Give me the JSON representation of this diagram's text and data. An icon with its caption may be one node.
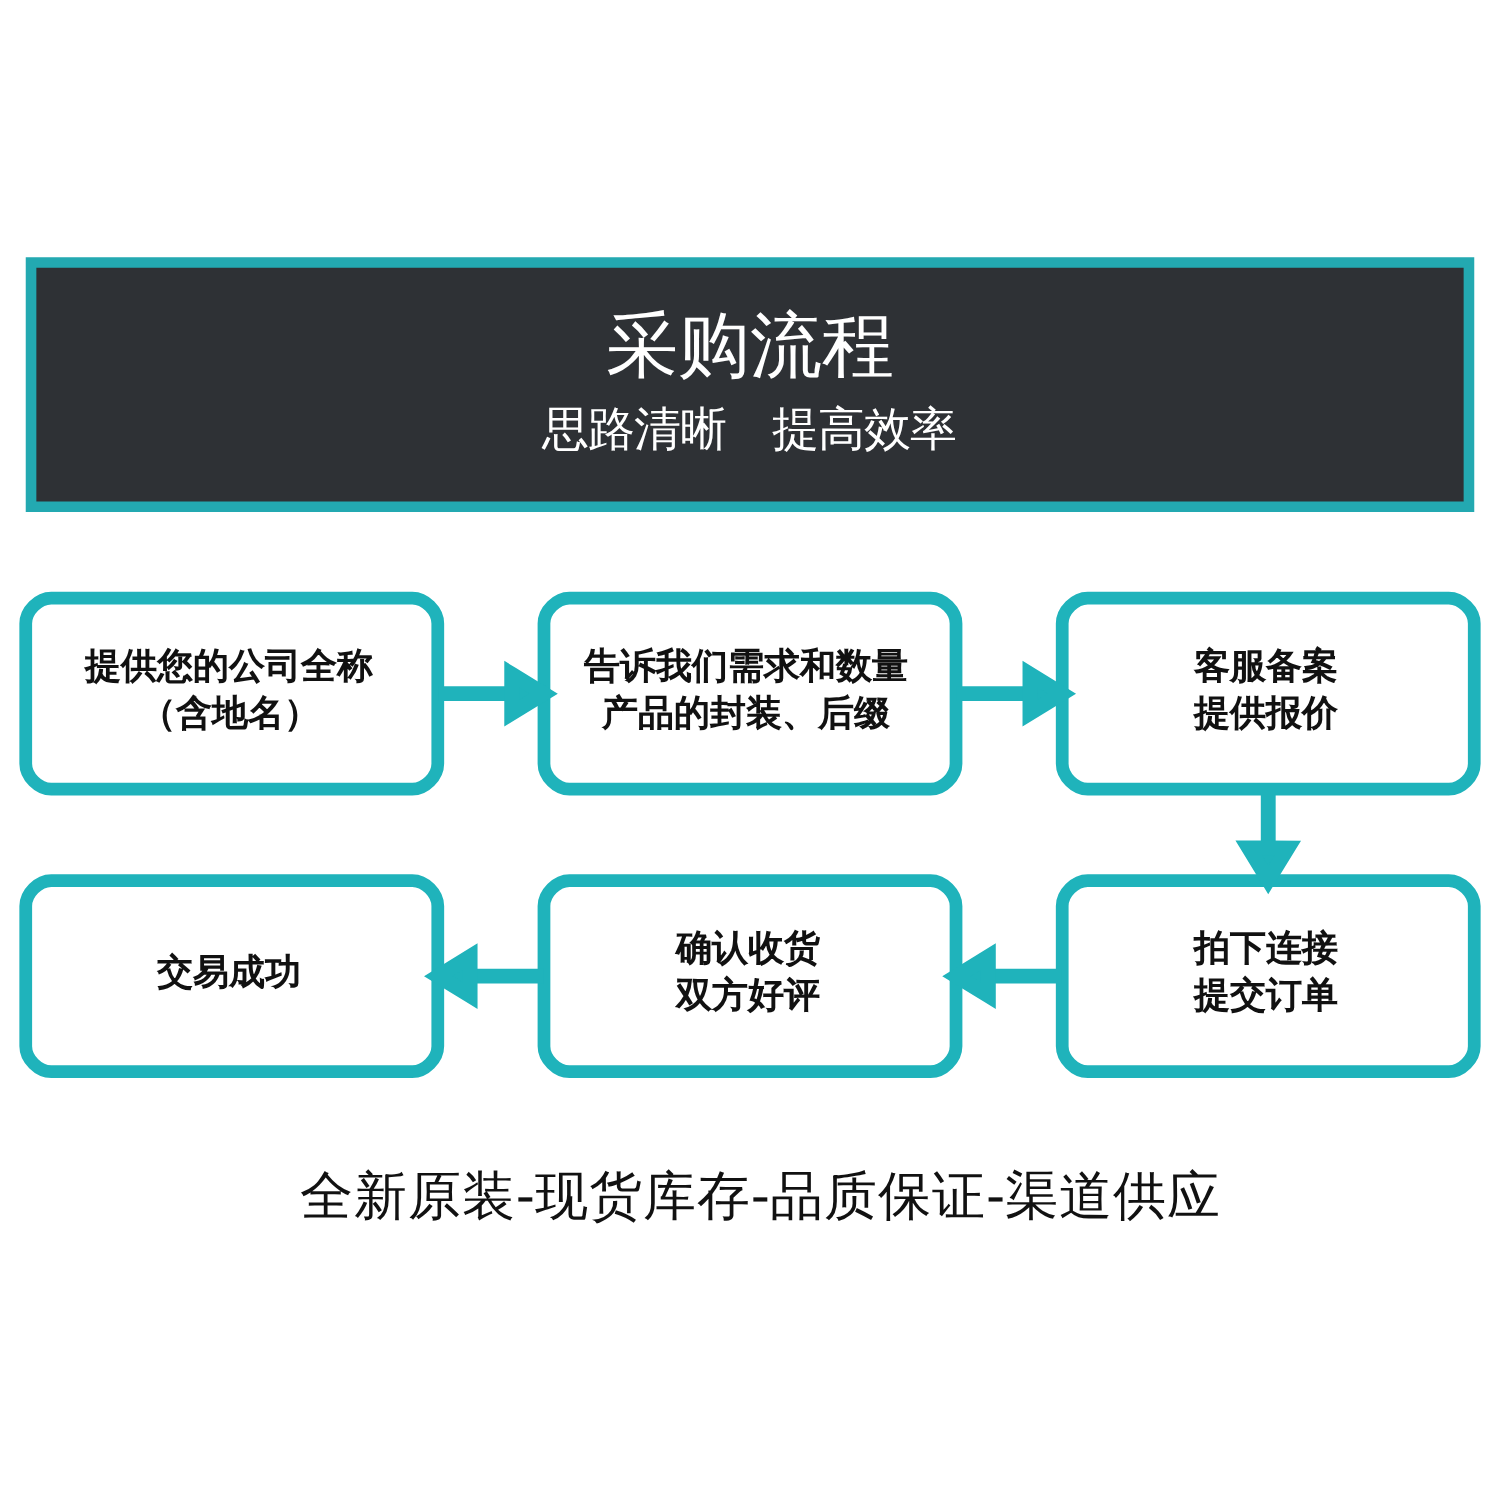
{
  "diagram": {
    "nodes": [
      {
        "text": [
          "采购流程",
          "思路清晰　提高效率"
        ]
      },
      {
        "text": [
          "提供您的公司全称",
          "（含地名）"
        ]
      },
      {
        "text": [
          "告诉我们需求和数量",
          "产品的封装、后缀"
        ]
      },
      {
        "text": [
          "客服备案",
          "提供报价"
        ]
      },
      {
        "text": [
          "拍下连接",
          "提交订单"
        ]
      },
      {
        "text": [
          "确认收货",
          "双方好评"
        ]
      },
      {
        "text": [
          "交易成功"
        ]
      }
    ],
    "edges": [
      {
        "from": 1,
        "to": 2,
        "arrow": "to"
      },
      {
        "from": 2,
        "to": 3,
        "arrow": "to"
      },
      {
        "from": 3,
        "to": 4,
        "arrow": "to"
      },
      {
        "from": 4,
        "to": 5,
        "arrow": "to"
      },
      {
        "from": 5,
        "to": 6,
        "arrow": "to"
      }
    ],
    "labels": [
      "全新原装-现货库存-品质保证-渠道供应"
    ]
  }
}
